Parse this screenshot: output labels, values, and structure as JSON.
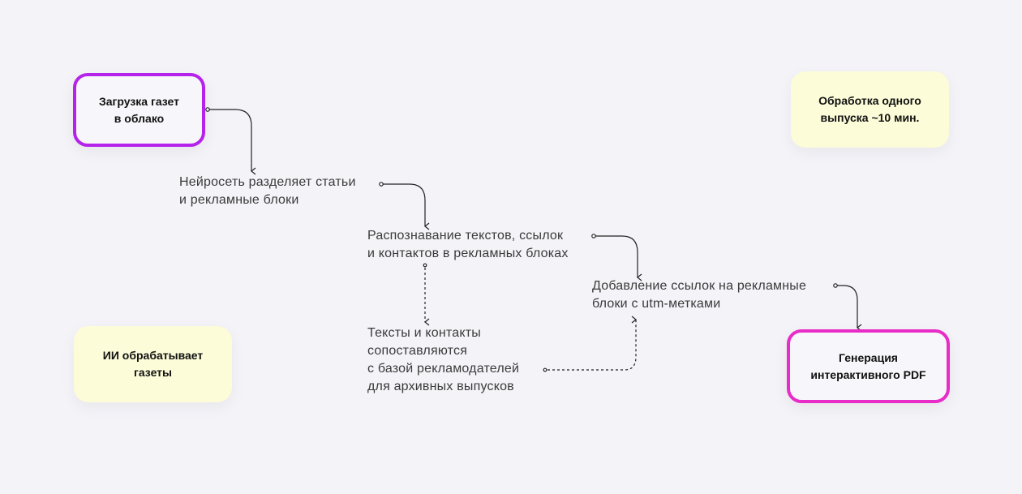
{
  "boxes": {
    "upload": "Загрузка газет\nв облако",
    "time": "Обработка одного\nвыпуска ~10 мин.",
    "ai": "ИИ обрабатывает\nгазеты",
    "generate": "Генерация\nинтерактивного PDF"
  },
  "steps": {
    "split": "Нейросеть разделяет статьи\nи рекламные блоки",
    "recognize": "Распознавание текстов, ссылок\nи контактов в рекламных блоках",
    "links": "Добавление ссылок на рекламные\nблоки с utm-метками",
    "match": "Тексты и контакты\nсопоставляются\nс базой рекламодателей\nдля архивных выпусков"
  },
  "colors": {
    "purple": "#b523ea",
    "pink": "#e72cc8",
    "yellow": "#fcfcd9",
    "background": "#f4f3f8"
  }
}
